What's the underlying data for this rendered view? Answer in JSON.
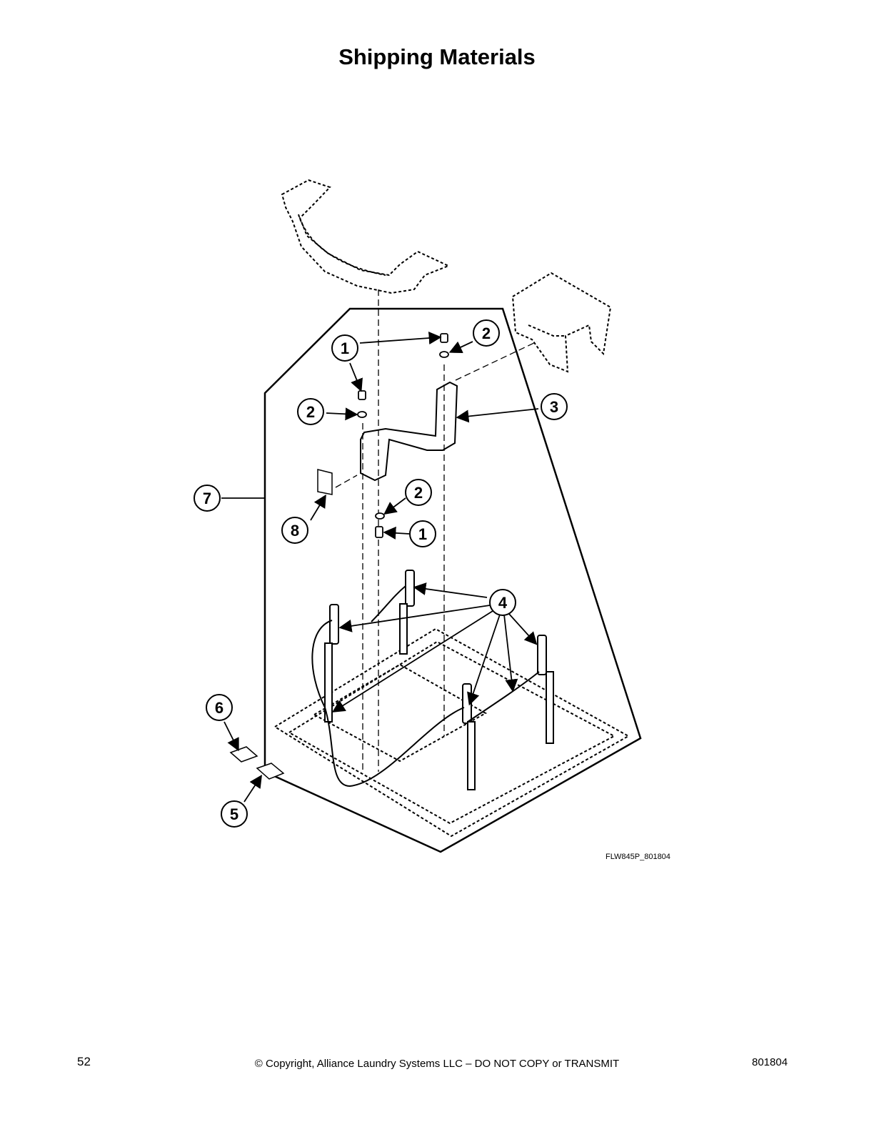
{
  "page": {
    "title": "Shipping Materials",
    "figure_id": "FLW845P_801804",
    "page_number": "52",
    "copyright": "© Copyright, Alliance Laundry Systems LLC – DO NOT COPY or TRANSMIT",
    "document_number": "801804"
  },
  "callouts": [
    "1",
    "2",
    "2",
    "3",
    "7",
    "8",
    "2",
    "1",
    "4",
    "6",
    "5"
  ]
}
